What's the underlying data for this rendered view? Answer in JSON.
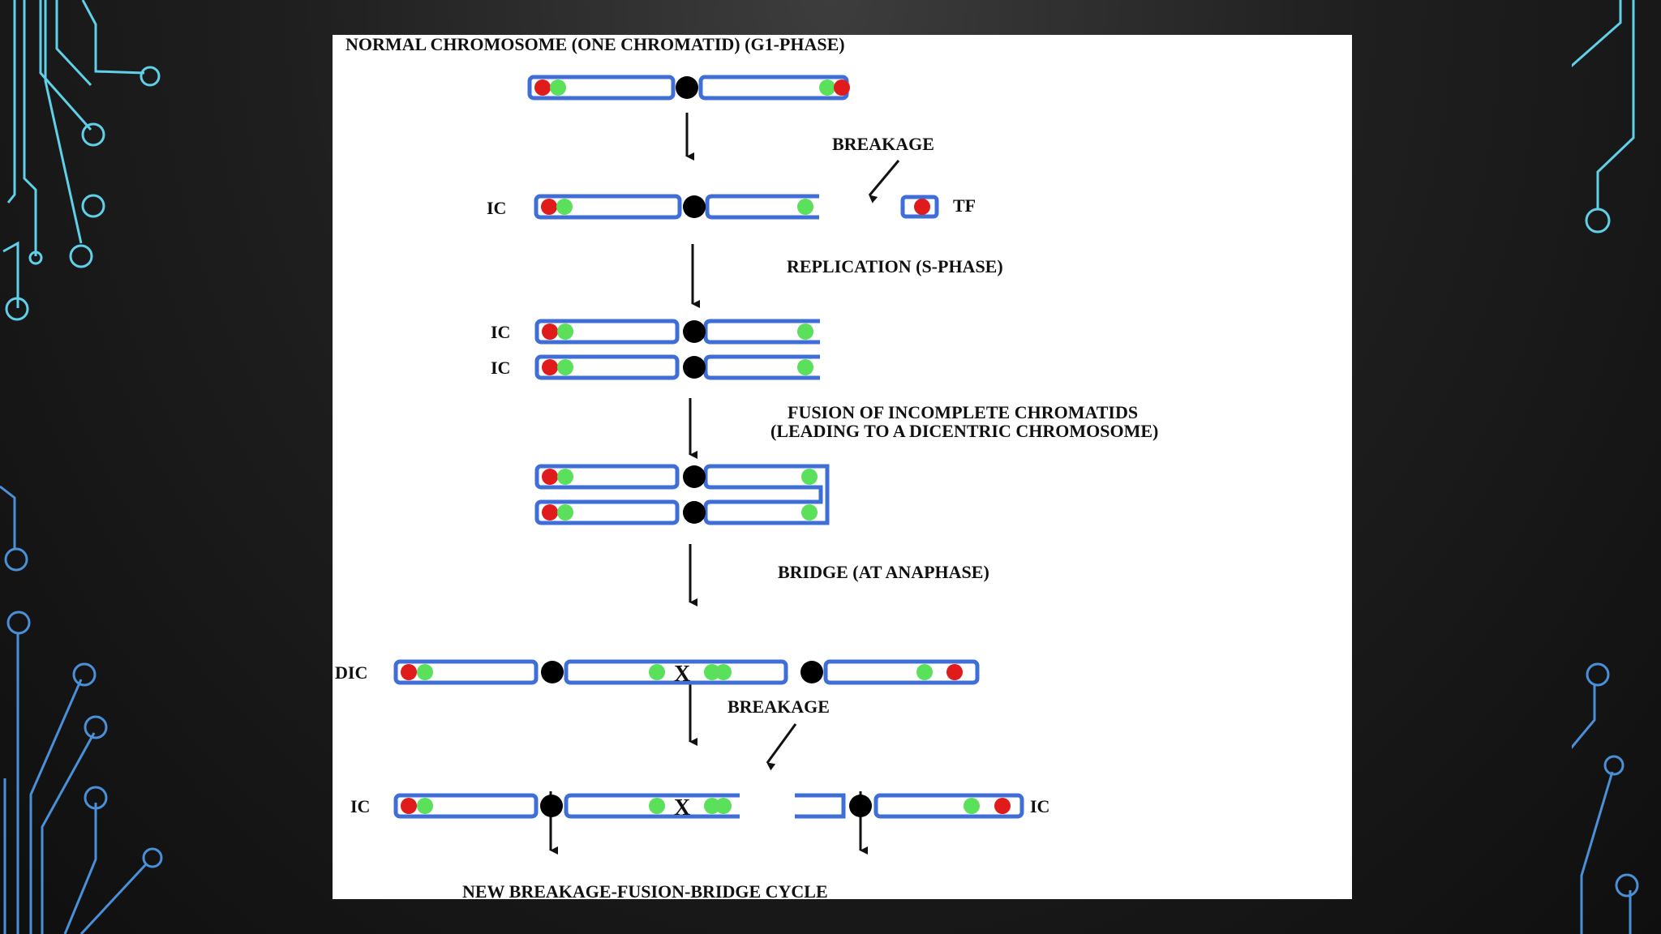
{
  "diagram": {
    "colors": {
      "chromatid_outline": "#3f6fd6",
      "telomere": "#e01b1b",
      "marker": "#5be05b",
      "centromere": "#000000",
      "arrow": "#111111",
      "circuit_cyan": "#5fd0e8",
      "circuit_blue": "#4a90d9"
    },
    "labels": {
      "title": "NORMAL CHROMOSOME (ONE CHROMATID) (G1-PHASE)",
      "breakage_1": "BREAKAGE",
      "tf": "TF",
      "ic_1": "IC",
      "replication": "REPLICATION (S-PHASE)",
      "ic_2": "IC",
      "ic_3": "IC",
      "fusion_line1": "FUSION OF INCOMPLETE CHROMATIDS",
      "fusion_line2": "(LEADING TO A DICENTRIC CHROMOSOME)",
      "bridge": "BRIDGE (AT ANAPHASE)",
      "dic": "DIC",
      "x_1": "X",
      "breakage_2": "BREAKAGE",
      "ic_4": "IC",
      "x_2": "X",
      "ic_5": "IC",
      "new_cycle": "NEW BREAKAGE-FUSION-BRIDGE CYCLE"
    }
  }
}
